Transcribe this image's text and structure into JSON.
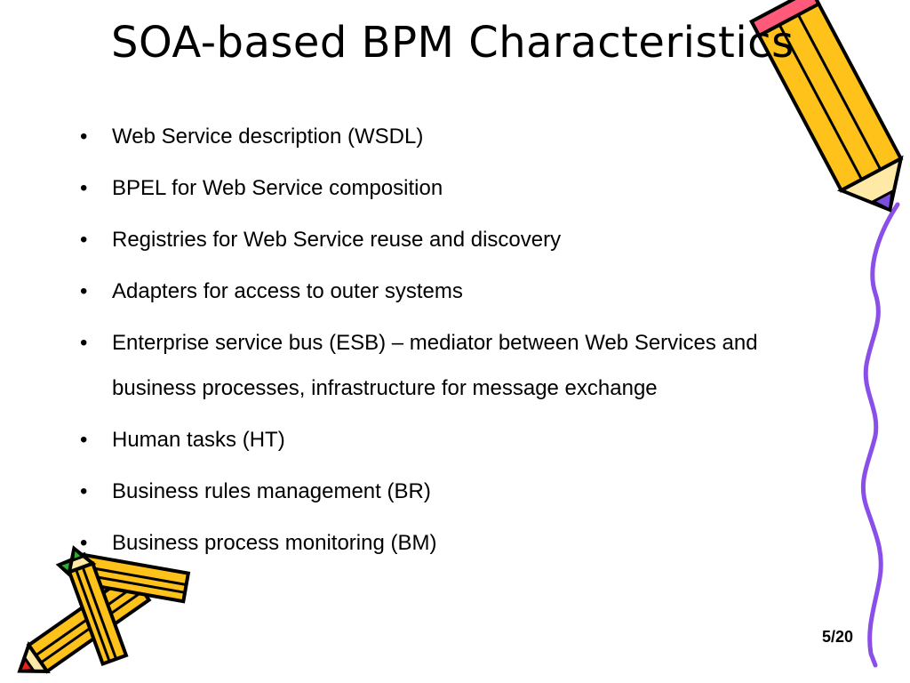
{
  "slide": {
    "title": "SOA-based BPM Characteristics",
    "bullets": [
      "Web Service description (WSDL)",
      "BPEL for Web Service composition",
      "Registries for Web Service reuse and discovery",
      "Adapters for access to outer systems",
      "Enterprise service bus (ESB) – mediator between Web Services and business processes, infrastructure for message exchange",
      "Human tasks (HT)",
      "Business rules management (BR)",
      "Business process monitoring (BM)"
    ],
    "page_number": "5/20"
  },
  "colors": {
    "pencil_body": "#FFC21A",
    "pencil_outline": "#000000",
    "pencil_tip_purple": "#7A4FE0",
    "pencil_tip_red": "#E8201A",
    "pencil_tip_green": "#2DB02D",
    "scribble_line": "#8A4FE8"
  },
  "icons": [
    "pencil-top-right-icon",
    "pencils-bottom-left-icon",
    "scribble-line-icon"
  ]
}
